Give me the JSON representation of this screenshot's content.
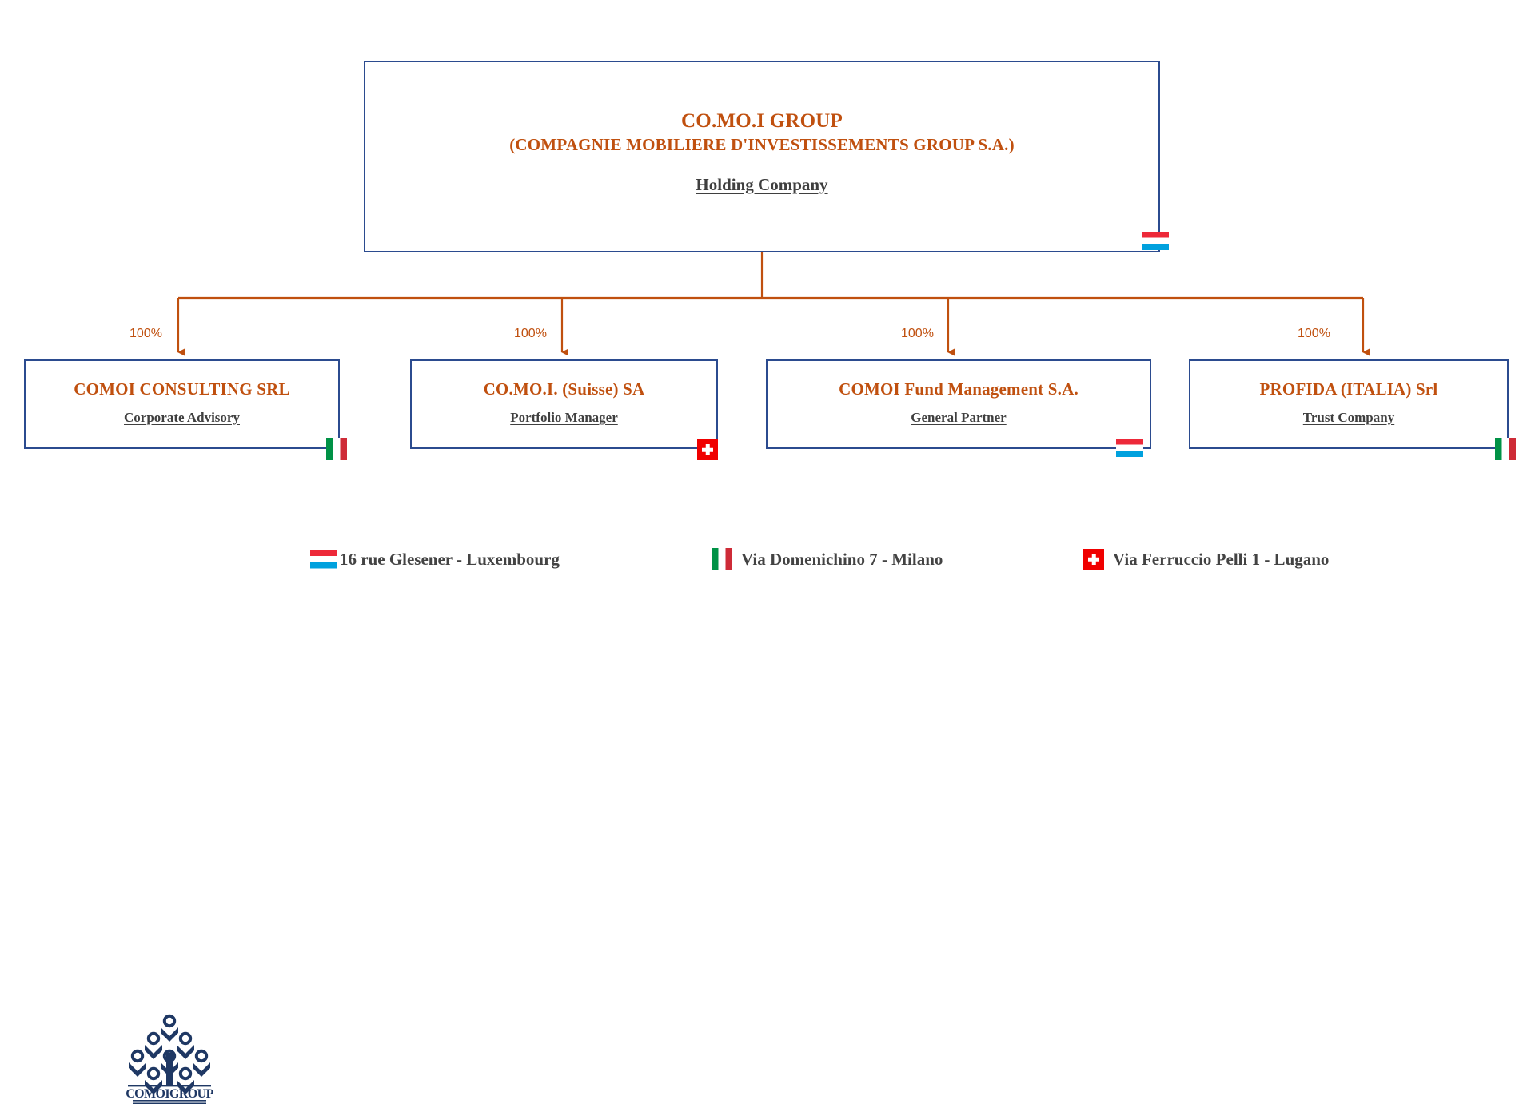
{
  "colors": {
    "box_border": "#2b4b8f",
    "title_orange": "#c0500f",
    "subtitle_gray": "#3f3f3f",
    "connector_orange": "#c0500f",
    "logo_navy": "#1f3864"
  },
  "holding": {
    "title_line1": "CO.MO.I GROUP",
    "title_line2": "(COMPAGNIE MOBILIERE D'INVESTISSEMENTS GROUP S.A.)",
    "role": "Holding Company",
    "flag": "luxembourg-flag"
  },
  "subsidiaries": [
    {
      "name": "COMOI CONSULTING SRL",
      "role": "Corporate Advisory",
      "ownership": "100%",
      "flag": "italy-flag"
    },
    {
      "name": "CO.MO.I. (Suisse) SA",
      "role": "Portfolio Manager",
      "ownership": "100%",
      "flag": "switzerland-flag"
    },
    {
      "name": "COMOI Fund Management S.A.",
      "role": "General Partner",
      "ownership": "100%",
      "flag": "luxembourg-flag"
    },
    {
      "name": "PROFIDA (ITALIA) Srl",
      "role": "Trust Company",
      "ownership": "100%",
      "flag": "italy-flag"
    }
  ],
  "legend": {
    "logo_text": "COMOIGROUP",
    "entries": [
      {
        "flag": "luxembourg-flag",
        "address": "16  rue Glesener - Luxembourg"
      },
      {
        "flag": "italy-flag",
        "address": "Via Domenichino 7 - Milano"
      },
      {
        "flag": "switzerland-flag",
        "address": "Via Ferruccio Pelli 1 - Lugano"
      }
    ]
  }
}
